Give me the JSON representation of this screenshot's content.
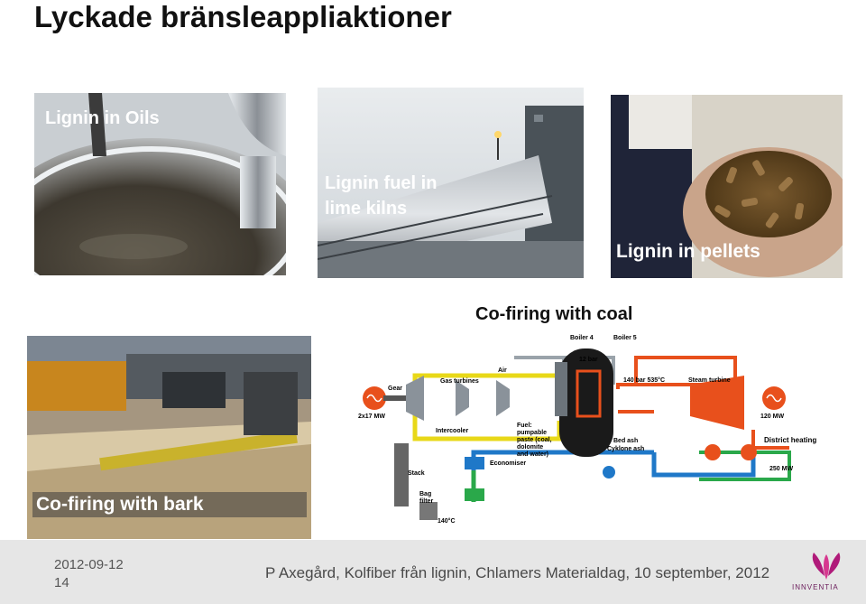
{
  "slide": {
    "title": "Lyckade bränsleappliaktioner"
  },
  "panels": {
    "oils_caption": "Lignin in Oils",
    "kiln_caption_line1": "Lignin fuel in",
    "kiln_caption_line2": "lime kilns",
    "pellets_caption": "Lignin in pellets",
    "coal_caption": "Co-firing with coal",
    "bark_caption": "Co-firing with bark"
  },
  "diagram": {
    "boiler4": "Boiler 4",
    "boiler5": "Boiler 5",
    "bar12": "12 bar",
    "bar140": "140 bar 535°C",
    "steam_turbine": "Steam turbine",
    "air": "Air",
    "gas_turbines": "Gas turbines",
    "gear": "Gear",
    "power_left": "2x17 MW",
    "power_right": "120 MW",
    "intercooler": "Intercooler",
    "fuel_l1": "Fuel:",
    "fuel_l2": "pumpable",
    "fuel_l3": "paste (coal,",
    "fuel_l4": "dolomite",
    "fuel_l5": "and water)",
    "bed_ash": "Bed ash",
    "cyclone_ash": "Cyklone ash",
    "district_heating": "District heating",
    "power_heat": "250 MW",
    "economiser": "Economiser",
    "stack": "Stack",
    "bag_filter_l1": "Bag",
    "bag_filter_l2": "filter",
    "temp": "140°C"
  },
  "footer": {
    "date": "2012-09-12",
    "page": "14",
    "text": "P Axegård, Kolfiber från lignin, Chlamers Materialdag, 10 september, 2012",
    "logo_text": "INNVENTIA"
  },
  "colors": {
    "accent_orange": "#e8501c",
    "green": "#2aa84a",
    "blue": "#1f78c8",
    "yellow": "#e8d818"
  }
}
